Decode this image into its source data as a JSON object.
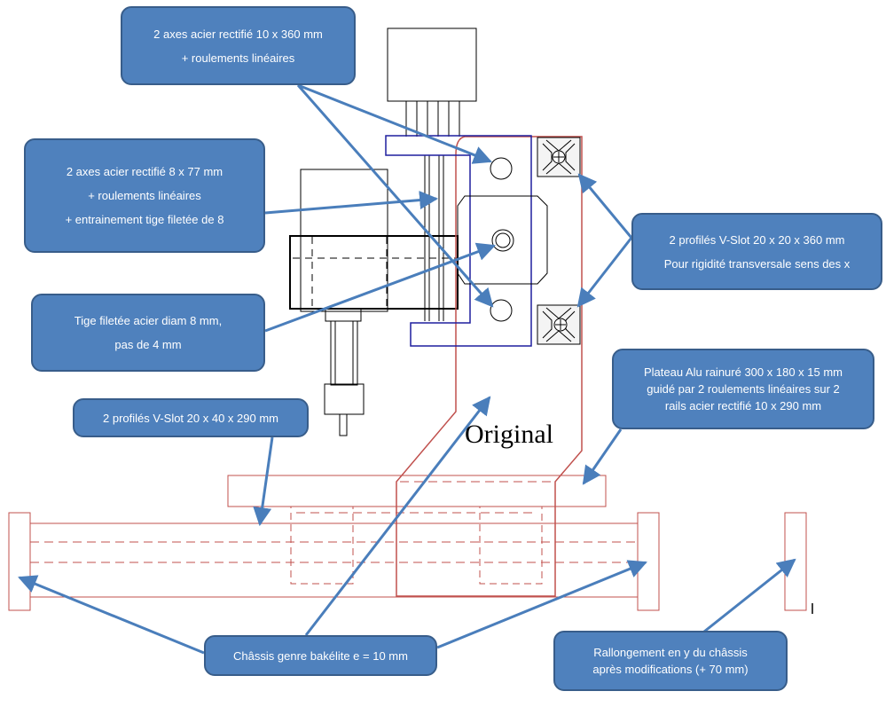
{
  "diagram_label": "Original",
  "callouts": {
    "axes_10x360": {
      "line1": "2 axes acier rectifié 10 x 360 mm",
      "line2": "+ roulements linéaires"
    },
    "axes_8x77": {
      "line1": "2 axes acier rectifié 8 x 77 mm",
      "line2": "+ roulements linéaires",
      "line3": "+ entrainement tige filetée de 8"
    },
    "vslot_20x20": {
      "line1": "2 profilés V-Slot 20 x 20 x 360 mm",
      "line2": "Pour rigidité transversale sens des x"
    },
    "tige_filetee": {
      "line1": "Tige filetée acier diam 8 mm,",
      "line2": "pas de 4 mm"
    },
    "plateau_alu": {
      "line1": "Plateau Alu rainuré 300 x 180 x 15 mm",
      "line2": "guidé par  2 roulements linéaires sur 2",
      "line3": "rails acier rectifié 10 x 290 mm"
    },
    "vslot_20x40": {
      "line1": "2 profilés V-Slot 20 x 40 x 290 mm"
    },
    "chassis": {
      "line1": "Châssis genre bakélite e = 10 mm"
    },
    "rallongement": {
      "line1": "Rallongement en y du châssis",
      "line2": "après modifications (+ 70 mm)"
    }
  },
  "colors": {
    "callout_fill": "#4f81bd",
    "callout_border": "#385d8a",
    "arrow": "#4a7ebb",
    "frame_red": "#c0504d",
    "carriage_blue": "#1f1f9e",
    "motor_black": "#000000"
  }
}
